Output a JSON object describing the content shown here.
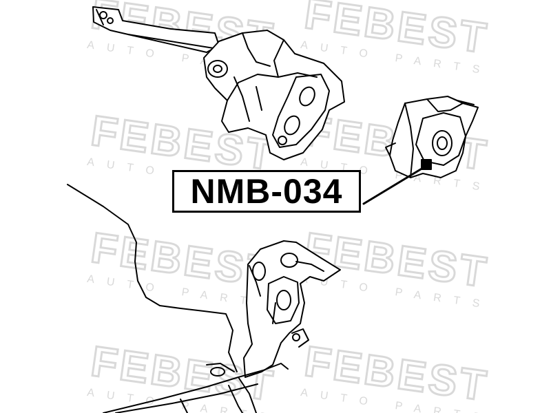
{
  "watermark": {
    "brand": "FEBEST",
    "tagline": "AUTO PARTS",
    "color": "#d9d9d9"
  },
  "part": {
    "number": "NMB-034"
  },
  "drawing": {
    "stroke_color": "#000000",
    "highlight_color": "#000000"
  }
}
